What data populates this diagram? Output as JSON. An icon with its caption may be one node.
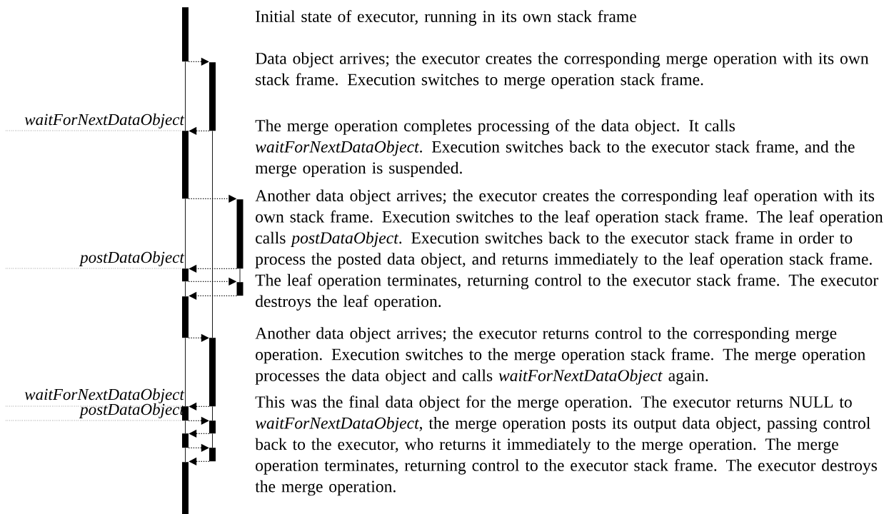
{
  "diagram": {
    "nodes": [
      {
        "text": [],
        "shape": "bar"
      },
      {
        "text": [],
        "shape": "bar"
      },
      {
        "text": [],
        "shape": "bar"
      },
      {
        "text": [],
        "shape": "bar"
      },
      {
        "text": [],
        "shape": "bar"
      },
      {
        "text": [],
        "shape": "bar"
      },
      {
        "text": [],
        "shape": "bar"
      },
      {
        "text": [],
        "shape": "bar"
      },
      {
        "text": [],
        "shape": "bar"
      },
      {
        "text": [],
        "shape": "bar"
      },
      {
        "text": [],
        "shape": "bar"
      },
      {
        "text": [],
        "shape": "bar"
      },
      {
        "text": [],
        "shape": "bar"
      }
    ],
    "edges": [
      {
        "from": 0,
        "to": 1,
        "arrow": "to",
        "style": "dashed"
      },
      {
        "from": 1,
        "to": 2,
        "arrow": "to",
        "style": "dashed"
      },
      {
        "from": 2,
        "to": 3,
        "arrow": "to",
        "style": "dashed"
      },
      {
        "from": 3,
        "to": 4,
        "arrow": "to",
        "style": "dashed"
      },
      {
        "from": 4,
        "to": 5,
        "arrow": "to",
        "style": "dashed"
      },
      {
        "from": 5,
        "to": 6,
        "arrow": "to",
        "style": "dashed"
      },
      {
        "from": 6,
        "to": 7,
        "arrow": "to",
        "style": "dashed"
      },
      {
        "from": 7,
        "to": 8,
        "arrow": "to",
        "style": "dashed"
      },
      {
        "from": 8,
        "to": 9,
        "arrow": "to",
        "style": "dashed"
      },
      {
        "from": 9,
        "to": 10,
        "arrow": "to",
        "style": "dashed"
      },
      {
        "from": 10,
        "to": 11,
        "arrow": "to",
        "style": "dashed"
      },
      {
        "from": 11,
        "to": 12,
        "arrow": "to",
        "style": "dashed"
      },
      {
        "from": 0,
        "to": 2,
        "arrow": "none"
      },
      {
        "from": 2,
        "to": 4,
        "arrow": "none"
      },
      {
        "from": 4,
        "to": 6,
        "arrow": "none"
      },
      {
        "from": 6,
        "to": 8,
        "arrow": "none"
      },
      {
        "from": 8,
        "to": 10,
        "arrow": "none"
      },
      {
        "from": 10,
        "to": 12,
        "arrow": "none"
      },
      {
        "from": 1,
        "to": 7,
        "arrow": "none"
      },
      {
        "from": 7,
        "to": 9,
        "arrow": "none"
      },
      {
        "from": 9,
        "to": 11,
        "arrow": "none"
      },
      {
        "from": 3,
        "to": 5,
        "arrow": "none"
      }
    ],
    "labels": [
      "Initial state of executor, running in its own stack frame",
      "Data object arrives; the executor creates the corresponding merge operation with its own stack frame. Execution switches to merge operation stack frame.",
      "The merge operation completes processing of the data object. It calls *waitForNextDataObject*. Execution switches back to the executor stack frame, and the merge operation is suspended.",
      "waitForNextDataObject",
      "Another data object arrives; the executor creates the corresponding leaf operation with its own stack frame. Execution switches to the leaf operation stack frame. The leaf operation calls *postDataObject*. Execution switches back to the executor stack frame in order to process the posted data object, and returns immediately to the leaf operation stack frame. The leaf operation terminates, returning control to the executor stack frame. The executor destroys the leaf operation.",
      "postDataObject",
      "Another data object arrives; the executor returns control to the corresponding merge operation. Execution switches to the merge operation stack frame. The merge operation processes the data object and calls *waitForNextDataObject* again.",
      "This was the final data object for the merge operation. The executor returns NULL to *waitForNextDataObject*, the merge operation posts its output data object, passing control back to the executor, who returns it immediately to the merge operation. The merge operation terminates, returning control to the executor stack frame. The executor destroys the merge operation.",
      "waitForNextDataObject",
      "postDataObject"
    ]
  }
}
